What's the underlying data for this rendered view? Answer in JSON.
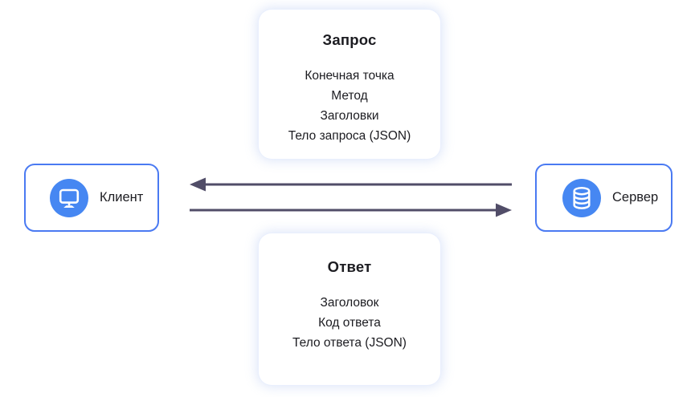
{
  "request_card": {
    "title": "Запрос",
    "items": [
      "Конечная точка",
      "Метод",
      "Заголовки",
      "Тело запроса (JSON)"
    ]
  },
  "response_card": {
    "title": "Ответ",
    "items": [
      "Заголовок",
      "Код ответа",
      "Тело ответа (JSON)"
    ]
  },
  "client_node": {
    "label": "Клиент",
    "icon": "monitor-icon"
  },
  "server_node": {
    "label": "Сервер",
    "icon": "database-icon"
  },
  "arrows": [
    {
      "name": "server-to-client-arrow",
      "direction": "left"
    },
    {
      "name": "client-to-server-arrow",
      "direction": "right"
    }
  ],
  "colors": {
    "accent_blue": "#4a7af2",
    "icon_circle_blue": "#4687f2",
    "arrow_dark": "#514d68",
    "card_glow": "#dfe8fb",
    "text": "#1c1c21"
  }
}
